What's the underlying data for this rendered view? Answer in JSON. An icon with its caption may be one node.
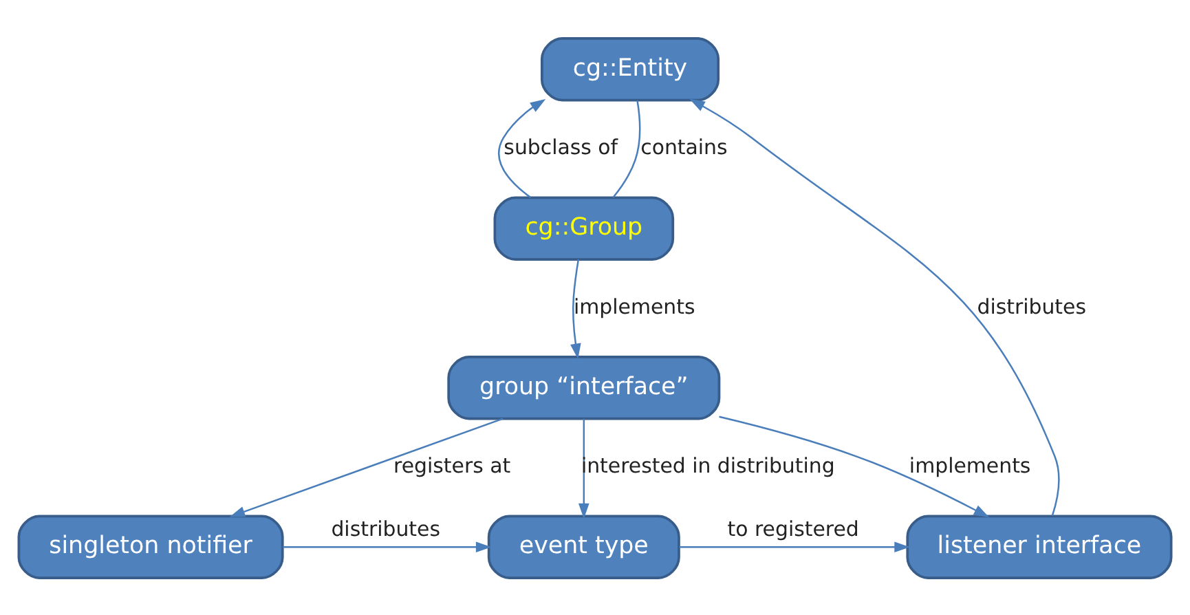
{
  "diagram": {
    "nodes": [
      {
        "text": [
          "cg::Entity"
        ]
      },
      {
        "text": [
          "cg::Group"
        ]
      },
      {
        "text": [
          "group “interface”"
        ]
      },
      {
        "text": [
          "singleton notifier"
        ]
      },
      {
        "text": [
          "event type"
        ]
      },
      {
        "text": [
          "listener interface"
        ]
      }
    ],
    "edges": [
      {
        "from": 1,
        "to": 0,
        "arrow": "to",
        "label": "subclass of"
      },
      {
        "from": 1,
        "to": 0,
        "arrow": "none",
        "label": "contains"
      },
      {
        "from": 5,
        "to": 0,
        "arrow": "to",
        "label": "distributes"
      },
      {
        "from": 1,
        "to": 2,
        "arrow": "to",
        "label": "implements"
      },
      {
        "from": 2,
        "to": 3,
        "arrow": "to",
        "label": "registers at"
      },
      {
        "from": 2,
        "to": 4,
        "arrow": "to",
        "label": "interested in distributing"
      },
      {
        "from": 2,
        "to": 5,
        "arrow": "to",
        "label": "implements"
      },
      {
        "from": 3,
        "to": 4,
        "arrow": "to",
        "label": "distributes"
      },
      {
        "from": 4,
        "to": 5,
        "arrow": "to",
        "label": "to registered"
      }
    ]
  }
}
